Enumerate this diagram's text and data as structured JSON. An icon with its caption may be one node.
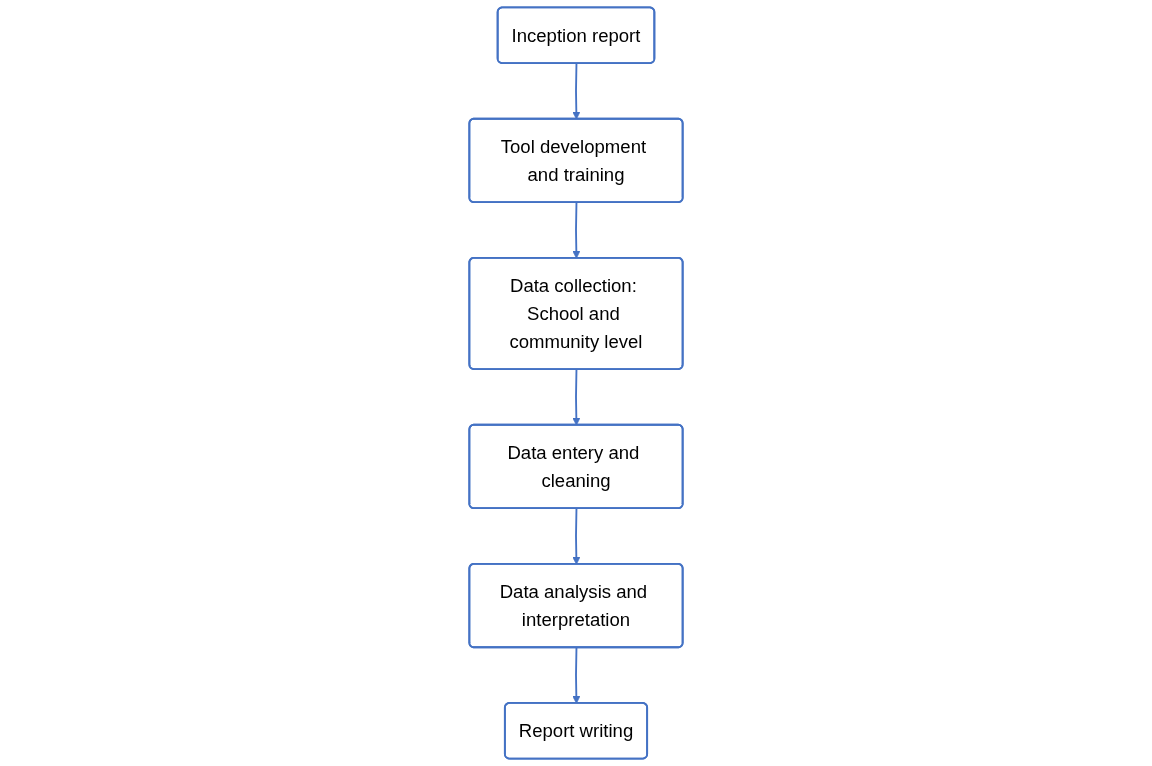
{
  "diagram": {
    "nodes": [
      {
        "text": [
          "Inception report"
        ]
      },
      {
        "text": [
          "Tool development and training"
        ]
      },
      {
        "text": [
          "Data collection: School and community level"
        ]
      },
      {
        "text": [
          "Data entery and cleaning"
        ]
      },
      {
        "text": [
          "Data analysis and interpretation"
        ]
      },
      {
        "text": [
          "Report writing"
        ]
      }
    ],
    "edges": [
      {
        "from": 0,
        "to": 1,
        "arrow": "to"
      },
      {
        "from": 1,
        "to": 2,
        "arrow": "to"
      },
      {
        "from": 2,
        "to": 3,
        "arrow": "to"
      },
      {
        "from": 3,
        "to": 4,
        "arrow": "to"
      },
      {
        "from": 4,
        "to": 5,
        "arrow": "to"
      }
    ]
  }
}
